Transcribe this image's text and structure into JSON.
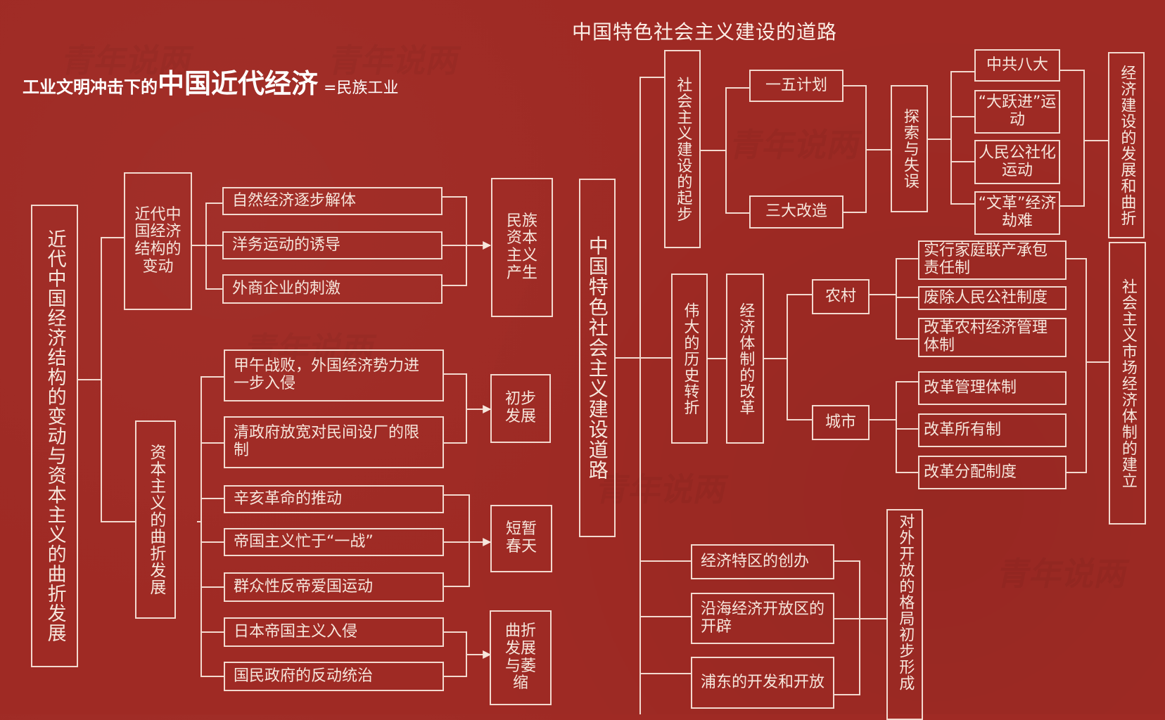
{
  "left_title": {
    "prefix": "工业文明冲击下的",
    "main": "中国近代经济",
    "suffix": "=民族工业"
  },
  "right_title": "中国特色社会主义建设的道路",
  "left_tree": {
    "root": "近代中国经济结构的变动与资本主义的曲折发展",
    "branch1": {
      "label": "近代中国经济结构的变动",
      "causes": [
        "自然经济逐步解体",
        "洋务运动的诱导",
        "外商企业的刺激"
      ],
      "result": "民族资本主义产生"
    },
    "branch2": {
      "label": "资本主义的曲折发展",
      "stages": [
        {
          "causes": [
            "甲午战败，外国经济势力进一步入侵",
            "清政府放宽对民间设厂的限制"
          ],
          "result": "初步发展"
        },
        {
          "causes": [
            "辛亥革命的推动",
            "帝国主义忙于“一战”",
            "群众性反帝爱国运动"
          ],
          "result": "短暂春天"
        },
        {
          "causes": [
            "日本帝国主义入侵",
            "国民政府的反动统治"
          ],
          "result": "曲折发展与萎缩"
        }
      ]
    }
  },
  "right_tree": {
    "root": "中国特色社会主义建设道路",
    "start": {
      "label": "社会主义建设的起步",
      "items": [
        "一五计划",
        "三大改造"
      ]
    },
    "explore": {
      "label": "探索与失误",
      "items": [
        "中共八大",
        "“大跃进”运动",
        "人民公社化运动",
        "“文革”经济劫难"
      ],
      "summary": "经济建设的发展和曲折"
    },
    "turn": {
      "label": "伟大的历史转折",
      "reform": "经济体制的改革",
      "rural": {
        "label": "农村",
        "items": [
          "实行家庭联产承包责任制",
          "废除人民公社制度",
          "改革农村经济管理体制"
        ]
      },
      "urban": {
        "label": "城市",
        "items": [
          "改革管理体制",
          "改革所有制",
          "改革分配制度"
        ]
      },
      "summary": "社会主义市场经济体制的建立"
    },
    "opening": {
      "items": [
        "经济特区的创办",
        "沿海经济开放区的开辟",
        "浦东的开发和开放"
      ],
      "summary": "对外开放的格局初步形成"
    }
  },
  "watermark": "青年说两"
}
